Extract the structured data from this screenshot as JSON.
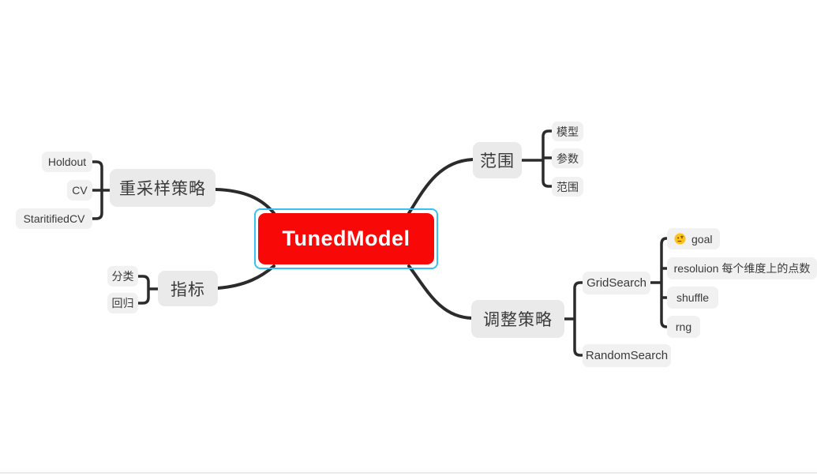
{
  "root": {
    "label": "TunedModel"
  },
  "left": {
    "resample": {
      "label": "重采样策略"
    },
    "holdout": {
      "label": "Holdout"
    },
    "cv": {
      "label": "CV"
    },
    "stratified": {
      "label": "StaritifiedCV"
    },
    "metrics": {
      "label": "指标"
    },
    "classification": {
      "label": "分类"
    },
    "regression": {
      "label": "回归"
    }
  },
  "right": {
    "scope": {
      "label": "范围"
    },
    "model": {
      "label": "模型"
    },
    "params": {
      "label": "参数"
    },
    "range": {
      "label": "范围"
    },
    "tuning": {
      "label": "调整策略"
    },
    "gridsearch": {
      "label": "GridSearch"
    },
    "randomsearch": {
      "label": "RandomSearch"
    },
    "goal": {
      "label": "goal",
      "emoji": "thinking-face"
    },
    "resolution": {
      "label": "resoluion 每个维度上的点数"
    },
    "shuffle": {
      "label": "shuffle"
    },
    "rng": {
      "label": "rng"
    }
  },
  "colors": {
    "root_bg": "#f90808",
    "root_text": "#ffffff",
    "selection_border": "#38c1f2",
    "node_bg": "#eeeeee",
    "line": "#2b2b2b",
    "emoji_face": "#fcc21b"
  }
}
